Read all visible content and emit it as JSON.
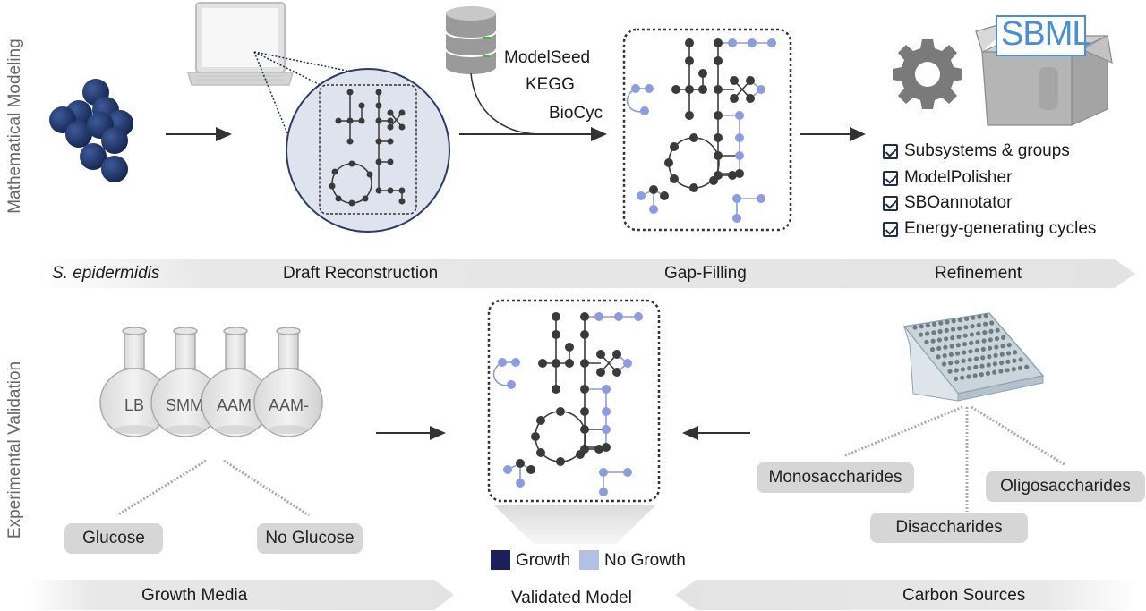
{
  "side_labels": {
    "top": "Mathematical Modeling",
    "bottom": "Experimental Validation"
  },
  "top_banner": {
    "organism": "S. epidermidis",
    "draft": "Draft Reconstruction",
    "gap": "Gap-Filling",
    "refine": "Refinement"
  },
  "databases": [
    "ModelSeed",
    "KEGG",
    "BioCyc"
  ],
  "sbml_logo": "SBML",
  "refinement_items": [
    "Subsystems & groups",
    "ModelPolisher",
    "SBOannotator",
    "Energy-generating cycles"
  ],
  "flasks": [
    "LB",
    "SMM",
    "AAM",
    "AAM-"
  ],
  "media_options": [
    "Glucose",
    "No Glucose"
  ],
  "carbon_options": [
    "Monosaccharides",
    "Oligosaccharides",
    "Disaccharides"
  ],
  "legend": {
    "growth": "Growth",
    "no_growth": "No Growth",
    "growth_color": "#1b1f5c",
    "no_growth_color": "#b3c0e6"
  },
  "bottom_banner": {
    "media": "Growth Media",
    "validated": "Validated Model",
    "carbon": "Carbon Sources"
  },
  "colors": {
    "node_dark": "#3a3a3a",
    "node_blue": "#8d9be0",
    "cell_blue": "#1f3568",
    "banner_gray": "#e6e6e6"
  }
}
